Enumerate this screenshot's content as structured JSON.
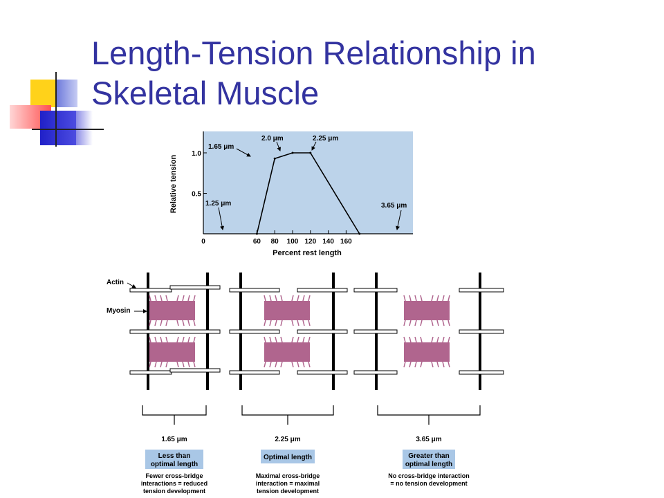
{
  "slide": {
    "title_line1": "Length-Tension Relationship in",
    "title_line2": "Skeletal Muscle"
  },
  "graph": {
    "ylabel": "Relative tension",
    "xlabel": "Percent rest length",
    "y_ticks": [
      "1.0",
      "0.5"
    ],
    "x_ticks": [
      "0",
      "60",
      "80",
      "100",
      "120",
      "140",
      "160"
    ],
    "callouts": [
      "1.25 μm",
      "1.65 μm",
      "2.0 μm",
      "2.25 μm",
      "3.65 μm"
    ],
    "points": [
      {
        "x": 60,
        "y": 0.0
      },
      {
        "x": 80,
        "y": 0.93
      },
      {
        "x": 100,
        "y": 1.0
      },
      {
        "x": 120,
        "y": 1.0
      },
      {
        "x": 175,
        "y": 0.0
      }
    ],
    "background_color": "#bcd3ea",
    "line_color": "#000000"
  },
  "sarcomere": {
    "actin_label": "Actin",
    "myosin_label": "Myosin",
    "myosin_color": "#b0658e",
    "panels": [
      {
        "length": "1.65 μm",
        "state_line1": "Less than",
        "state_line2": "optimal length",
        "desc_line1": "Fewer cross-bridge",
        "desc_line2": "interactions = reduced",
        "desc_line3": "tension development"
      },
      {
        "length": "2.25 μm",
        "state_line1": "Optimal length",
        "desc_line1": "Maximal cross-bridge",
        "desc_line2": "interaction = maximal",
        "desc_line3": "tension development"
      },
      {
        "length": "3.65 μm",
        "state_line1": "Greater than",
        "state_line2": "optimal length",
        "desc_line1": "No cross-bridge interaction",
        "desc_line2": "= no tension development"
      }
    ]
  }
}
